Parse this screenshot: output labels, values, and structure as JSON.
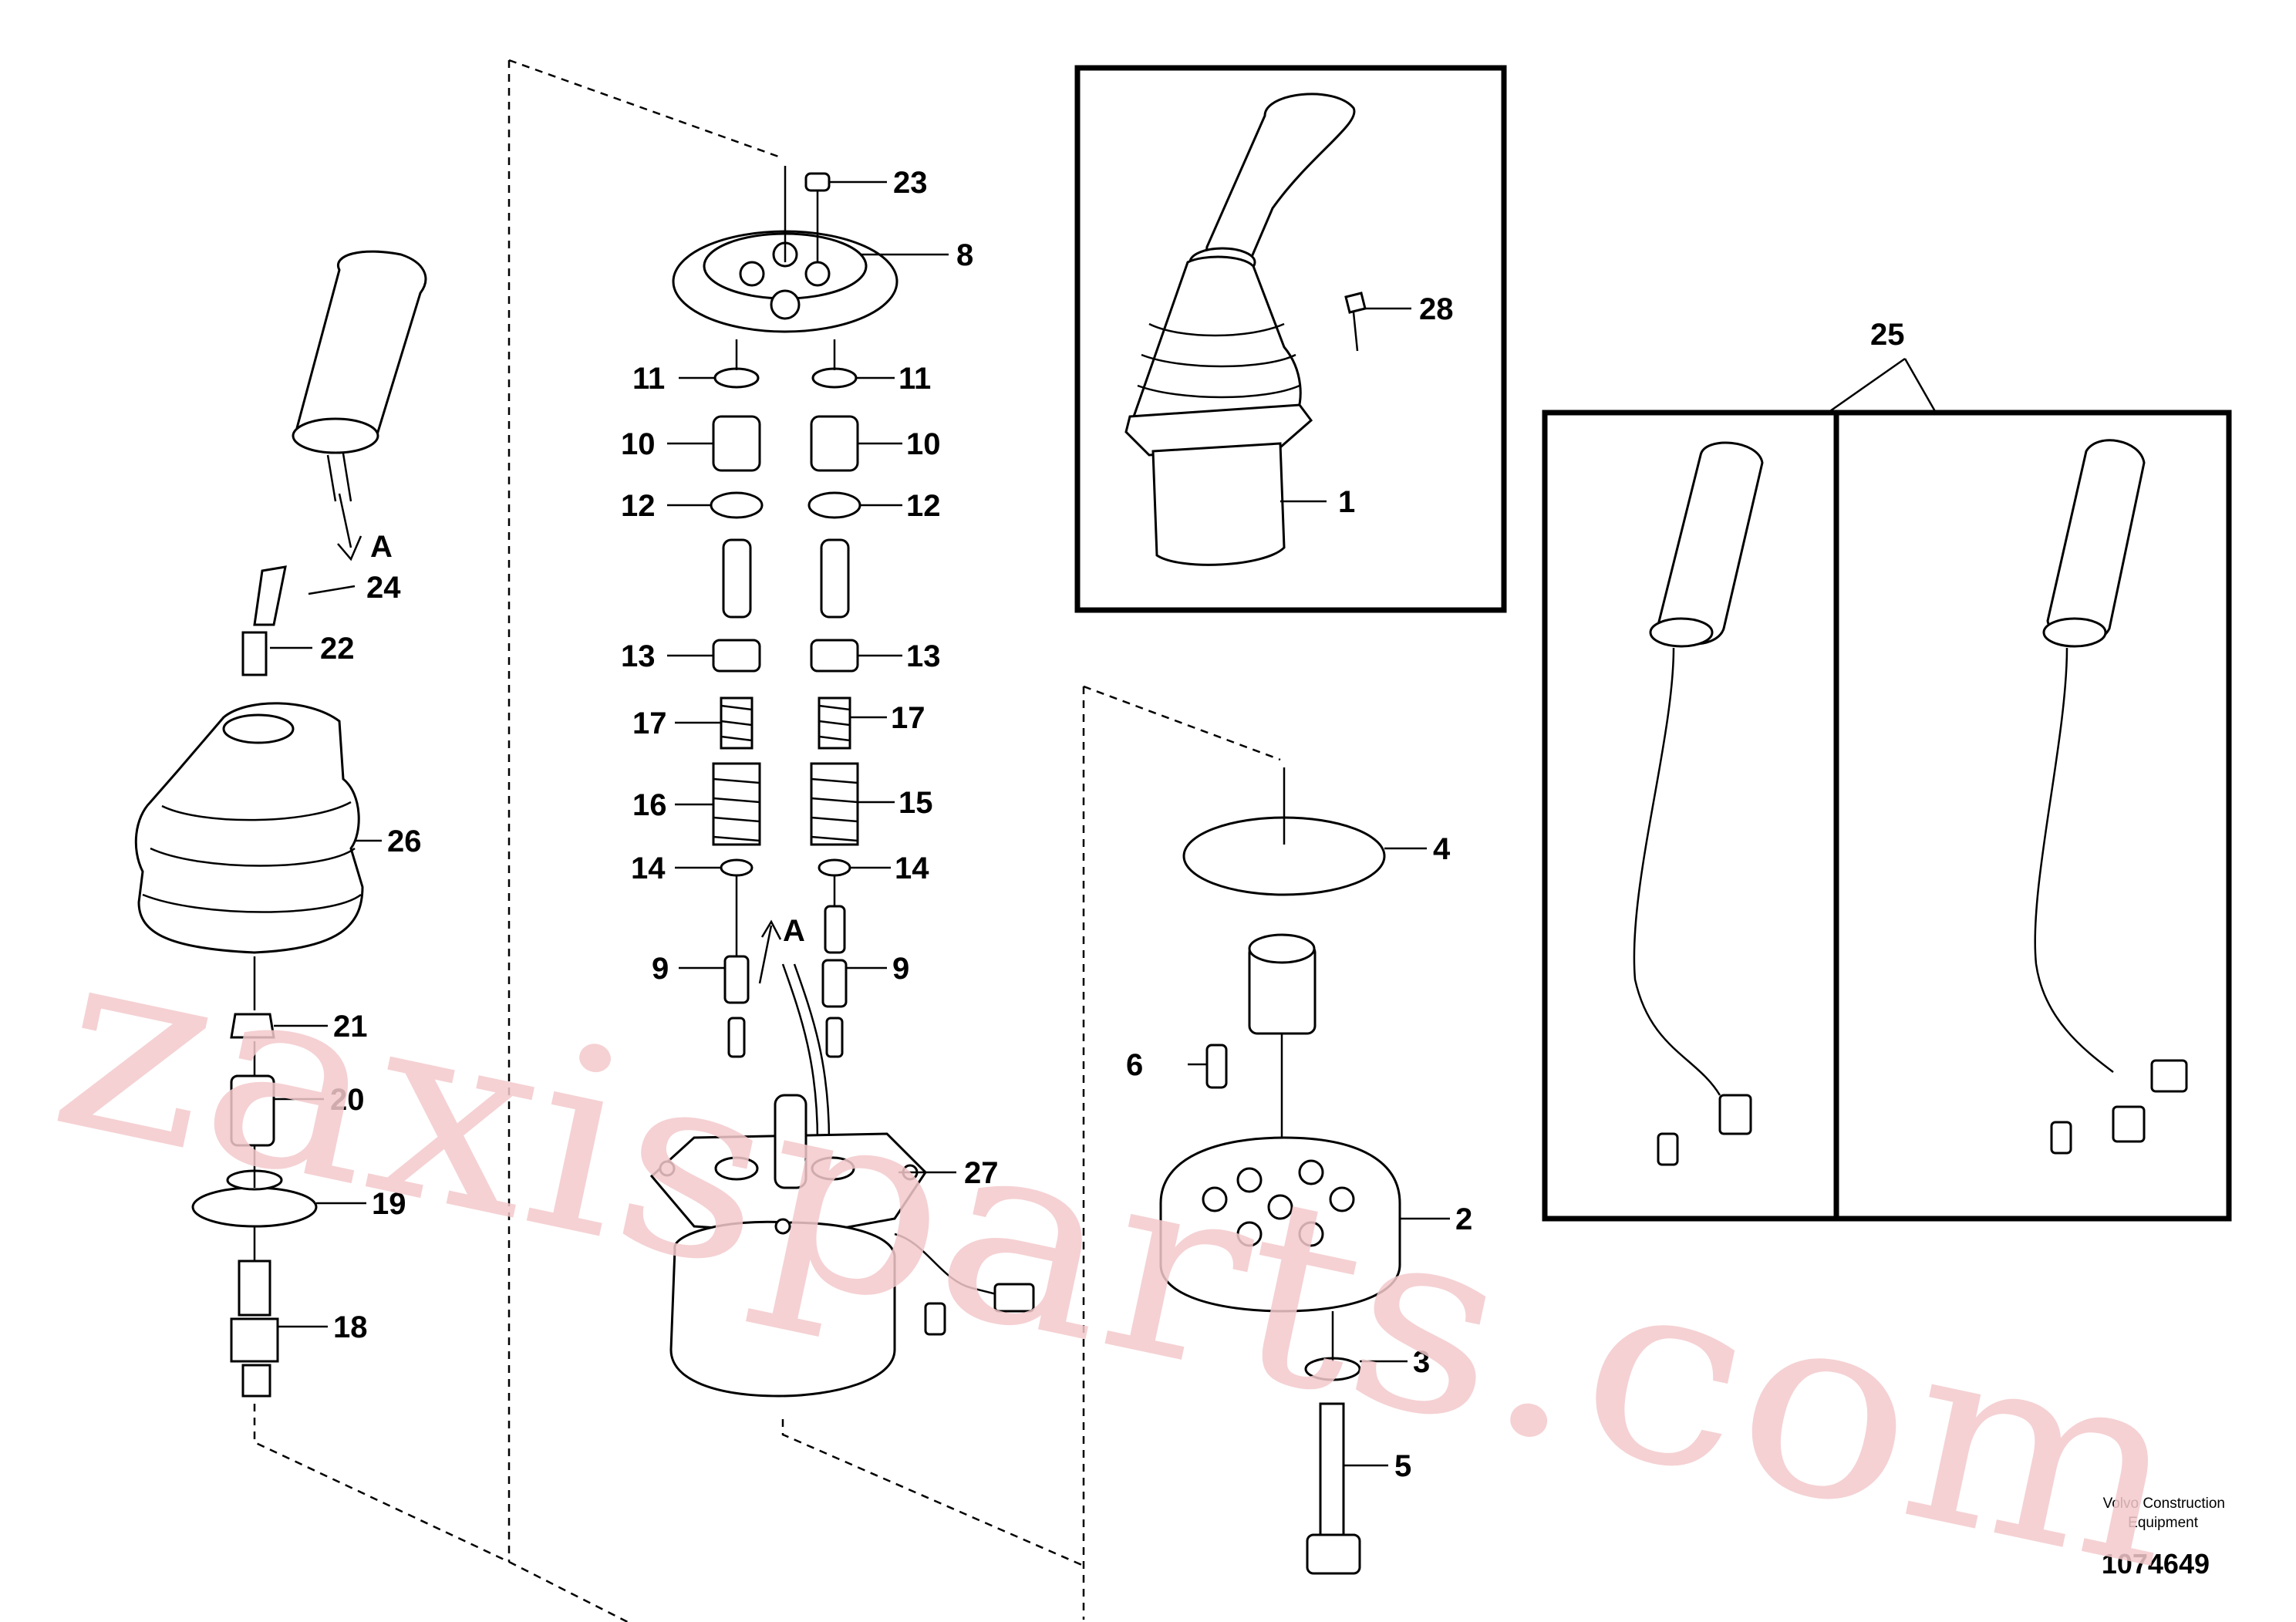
{
  "callouts": {
    "c1": "1",
    "c2": "2",
    "c3": "3",
    "c4": "4",
    "c5": "5",
    "c6": "6",
    "c8": "8",
    "c9l": "9",
    "c9r": "9",
    "c10l": "10",
    "c10r": "10",
    "c11l": "11",
    "c11r": "11",
    "c12l": "12",
    "c12r": "12",
    "c13l": "13",
    "c13r": "13",
    "c14l": "14",
    "c14r": "14",
    "c15": "15",
    "c16": "16",
    "c17l": "17",
    "c17r": "17",
    "c18": "18",
    "c19": "19",
    "c20": "20",
    "c21": "21",
    "c22": "22",
    "c23": "23",
    "c24": "24",
    "c25": "25",
    "c26": "26",
    "c27": "27",
    "c28": "28"
  },
  "view_marks": {
    "a1": "A",
    "a2": "A"
  },
  "footer": {
    "company_line1": "Volvo Construction",
    "company_line2": "Equipment",
    "doc_number": "1074649"
  },
  "watermark": "zaxisparts.com"
}
